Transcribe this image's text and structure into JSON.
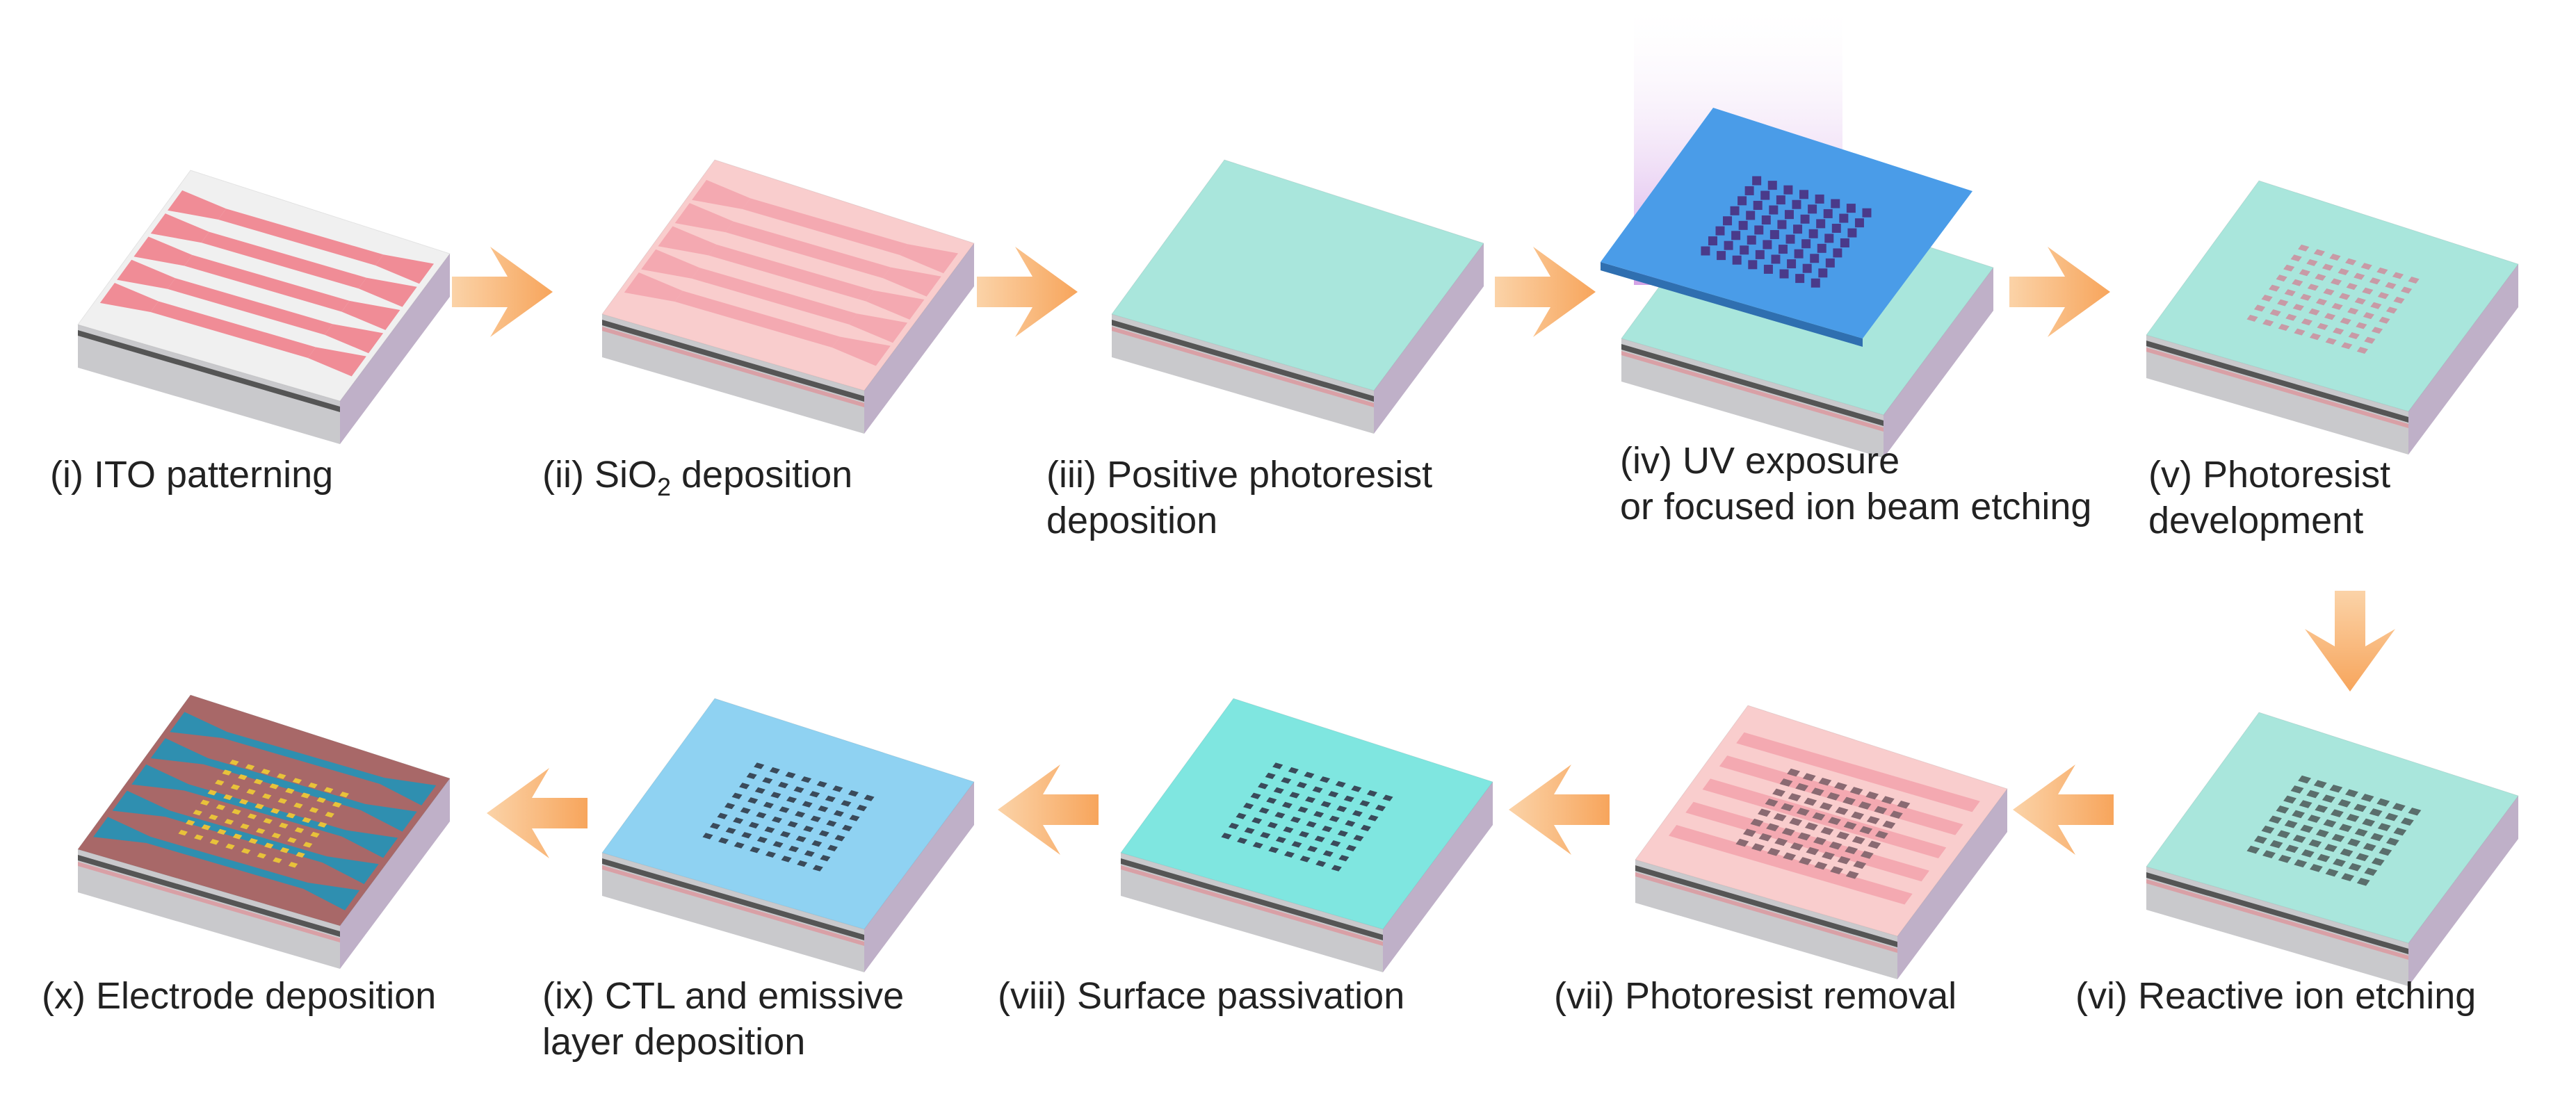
{
  "steps": [
    {
      "id": "i",
      "label": "(i) ITO patterning",
      "top": "#f0f0f0",
      "pattern": "stripes"
    },
    {
      "id": "ii",
      "label_pre": "(ii) SiO",
      "label_sub": "2",
      "label_post": " deposition",
      "top": "#f9cdcd",
      "pattern": "stripes-faint"
    },
    {
      "id": "iii",
      "label": "(iii) Positive photoresist",
      "label2": "deposition",
      "top": "#a9e6dc",
      "pattern": "none"
    },
    {
      "id": "iv",
      "label": "(iv) UV exposure",
      "label2": "or focused ion beam etching",
      "top": "#a9e6dc",
      "pattern": "mask"
    },
    {
      "id": "v",
      "label": "(v) Photoresist",
      "label2": "development",
      "top": "#a9e6dc",
      "pattern": "holes-light"
    },
    {
      "id": "vi",
      "label": "(vi) Reactive ion etching",
      "top": "#a9e6dc",
      "pattern": "holes-dark"
    },
    {
      "id": "vii",
      "label": "(vii) Photoresist removal",
      "top": "#f9cdcd",
      "pattern": "pillars"
    },
    {
      "id": "viii",
      "label": "(viii) Surface passivation",
      "top": "#7fe6e0",
      "pattern": "holes"
    },
    {
      "id": "ix",
      "label": "(ix) CTL and emissive",
      "label2": "layer deposition",
      "top": "#8fd2f2",
      "pattern": "holes"
    },
    {
      "id": "x",
      "label": "(x) Electrode deposition",
      "top": "#a86868",
      "pattern": "electrodes"
    }
  ],
  "colors": {
    "arrow": "#f7a55c",
    "ito": "#f08c96",
    "mask": "#4a9ce8",
    "uv": "#c98be0",
    "electrode": "#2f8fb0",
    "dot": "#e8c23a"
  }
}
